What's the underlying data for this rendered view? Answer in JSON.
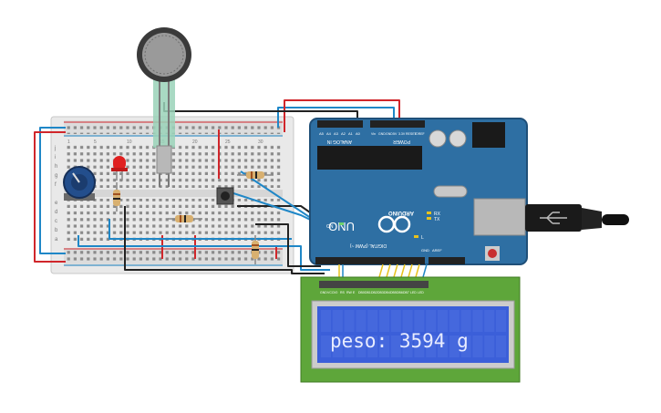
{
  "colors": {
    "breadboard": "#e9e9e9",
    "arduino": "#2e6fa3",
    "lcd_board": "#5ea63a",
    "lcd_screen": "#3b5fd9",
    "lcd_text": "#e8ecff",
    "wire_red": "#d0262b",
    "wire_blue": "#1f87c7",
    "wire_black": "#222222",
    "wire_yellow": "#e8c21d",
    "led": "#e02020"
  },
  "icons": [
    "force-sensor-icon",
    "potentiometer-icon",
    "led-icon",
    "pushbutton-icon",
    "usb-cable-icon",
    "arduino-logo-icon"
  ],
  "arduino": {
    "brand": "ARDUINO",
    "model": "UNO",
    "on_label": "ON",
    "tx_label": "TX",
    "rx_label": "RX",
    "l_label": "L",
    "power_label": "POWER",
    "analog_label": "ANALOG IN",
    "digital_label": "DIGITAL (PWM ~)",
    "aref_label": "AREF",
    "gnd_label": "GND",
    "analog_pins": [
      "A5",
      "A4",
      "A3",
      "A2",
      "A1",
      "A0"
    ],
    "power_pins": [
      "Vin",
      "GND",
      "GND",
      "5V",
      "3.3V",
      "RESET",
      "IOREF"
    ]
  },
  "breadboard": {
    "col_labels_top": [
      "1",
      "5",
      "10",
      "15",
      "20",
      "25",
      "30"
    ],
    "row_labels_top": [
      "j",
      "i",
      "h",
      "g",
      "f"
    ],
    "row_labels_bottom": [
      "e",
      "d",
      "c",
      "b",
      "a"
    ]
  },
  "lcd": {
    "text": "peso: 3594 g",
    "pin_labels": [
      "GND",
      "VCC",
      "V0",
      "RS",
      "RW",
      "E",
      "DB0",
      "DB1",
      "DB2",
      "DB3",
      "DB4",
      "DB5",
      "DB6",
      "DB7",
      "LED",
      "LED"
    ]
  }
}
